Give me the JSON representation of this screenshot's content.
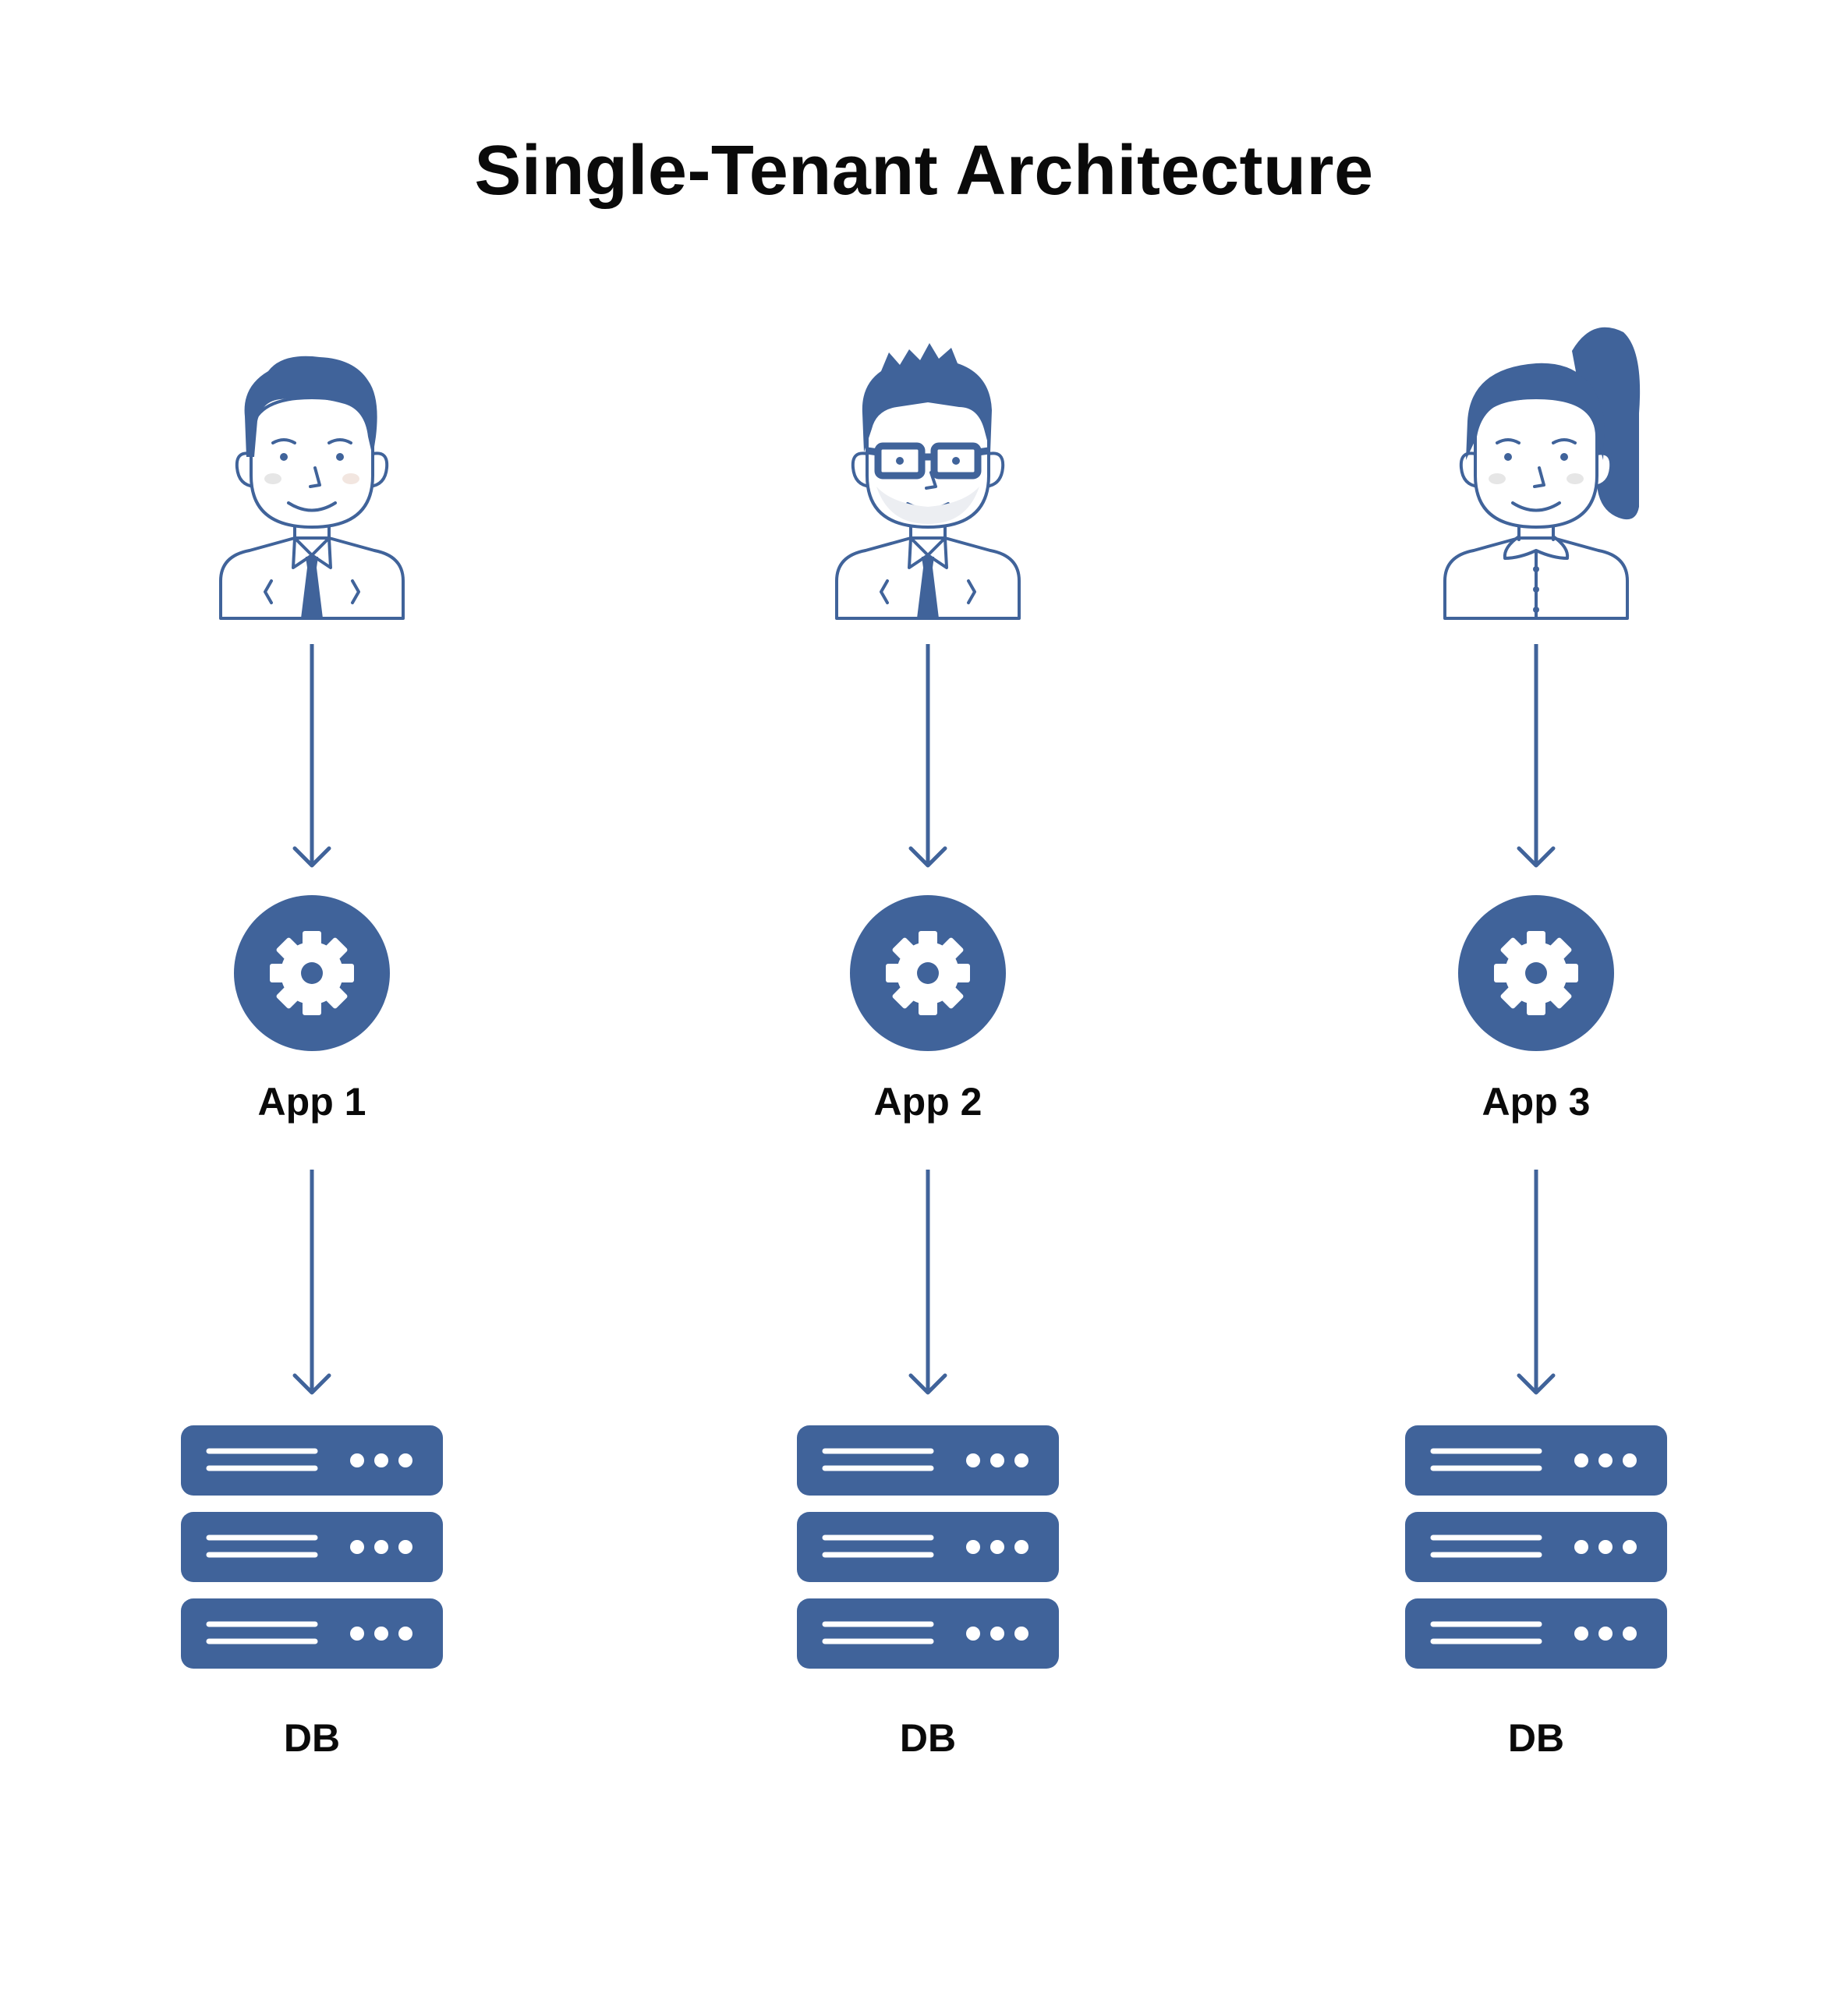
{
  "title": "Single-Tenant Architecture",
  "colors": {
    "accent": "#40639a",
    "text": "#0a0a0a",
    "background": "#ffffff"
  },
  "tenants": [
    {
      "avatar_icon": "man-avatar-icon",
      "app_label": "App 1",
      "db_label": "DB"
    },
    {
      "avatar_icon": "man-with-glasses-avatar-icon",
      "app_label": "App 2",
      "db_label": "DB"
    },
    {
      "avatar_icon": "woman-avatar-icon",
      "app_label": "App 3",
      "db_label": "DB"
    }
  ]
}
